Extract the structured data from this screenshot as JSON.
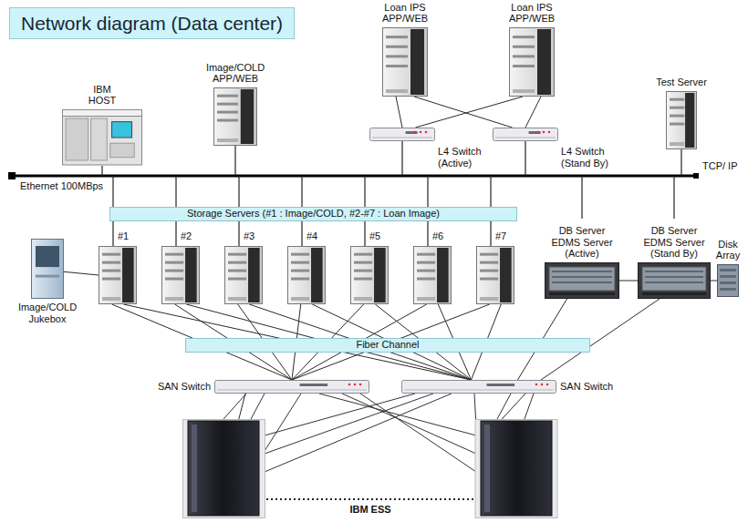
{
  "diagram": {
    "title": "Network diagram (Data center)",
    "nodes": [
      {
        "text": [
          "IBM HOST"
        ]
      },
      {
        "text": [
          "Image/COLD APP/WEB"
        ]
      },
      {
        "text": [
          "Loan IPS APP/WEB"
        ]
      },
      {
        "text": [
          "Loan IPS APP/WEB"
        ]
      },
      {
        "text": [
          "L4 Switch (Active)"
        ]
      },
      {
        "text": [
          "L4 Switch (Stand By)"
        ]
      },
      {
        "text": [
          "Test Server"
        ]
      },
      {
        "text": [
          "Storage Servers (#1 : Image/COLD, #2-#7 : Loan Image)"
        ]
      },
      {
        "text": [
          "#1"
        ]
      },
      {
        "text": [
          "#2"
        ]
      },
      {
        "text": [
          "#3"
        ]
      },
      {
        "text": [
          "#4"
        ]
      },
      {
        "text": [
          "#5"
        ]
      },
      {
        "text": [
          "#6"
        ]
      },
      {
        "text": [
          "#7"
        ]
      },
      {
        "text": [
          "DB Server EDMS Server (Active)"
        ]
      },
      {
        "text": [
          "DB Server EDMS Server (Stand By)"
        ]
      },
      {
        "text": [
          "Disk Array"
        ]
      },
      {
        "text": [
          "Image/COLD Jukebox"
        ]
      },
      {
        "text": [
          "Fiber Channel"
        ]
      },
      {
        "text": [
          "SAN Switch"
        ]
      },
      {
        "text": [
          "SAN Switch"
        ]
      },
      {
        "text": [
          "IBM ESS"
        ]
      }
    ],
    "edges": [
      {
        "from": 2,
        "to": 4,
        "arrow": "none"
      },
      {
        "from": 2,
        "to": 5,
        "arrow": "none"
      },
      {
        "from": 3,
        "to": 4,
        "arrow": "none"
      },
      {
        "from": 3,
        "to": 5,
        "arrow": "none"
      },
      {
        "from": 18,
        "to": 8,
        "arrow": "none"
      },
      {
        "from": 8,
        "to": 20,
        "arrow": "none"
      },
      {
        "from": 9,
        "to": 20,
        "arrow": "none"
      },
      {
        "from": 10,
        "to": 20,
        "arrow": "none"
      },
      {
        "from": 11,
        "to": 20,
        "arrow": "none"
      },
      {
        "from": 12,
        "to": 20,
        "arrow": "none"
      },
      {
        "from": 13,
        "to": 20,
        "arrow": "none"
      },
      {
        "from": 14,
        "to": 20,
        "arrow": "none"
      },
      {
        "from": 8,
        "to": 21,
        "arrow": "none"
      },
      {
        "from": 9,
        "to": 21,
        "arrow": "none"
      },
      {
        "from": 10,
        "to": 21,
        "arrow": "none"
      },
      {
        "from": 11,
        "to": 21,
        "arrow": "none"
      },
      {
        "from": 12,
        "to": 21,
        "arrow": "none"
      },
      {
        "from": 13,
        "to": 21,
        "arrow": "none"
      },
      {
        "from": 14,
        "to": 21,
        "arrow": "none"
      },
      {
        "from": 15,
        "to": 16,
        "arrow": "none"
      },
      {
        "from": 16,
        "to": 17,
        "arrow": "none"
      },
      {
        "from": 15,
        "to": 21,
        "arrow": "none"
      },
      {
        "from": 16,
        "to": 21,
        "arrow": "none"
      },
      {
        "from": 20,
        "to": 22,
        "arrow": "none"
      },
      {
        "from": 21,
        "to": 22,
        "arrow": "none"
      }
    ],
    "labels": [
      "Ethernet 100MBps",
      "TCP/ IP"
    ]
  }
}
